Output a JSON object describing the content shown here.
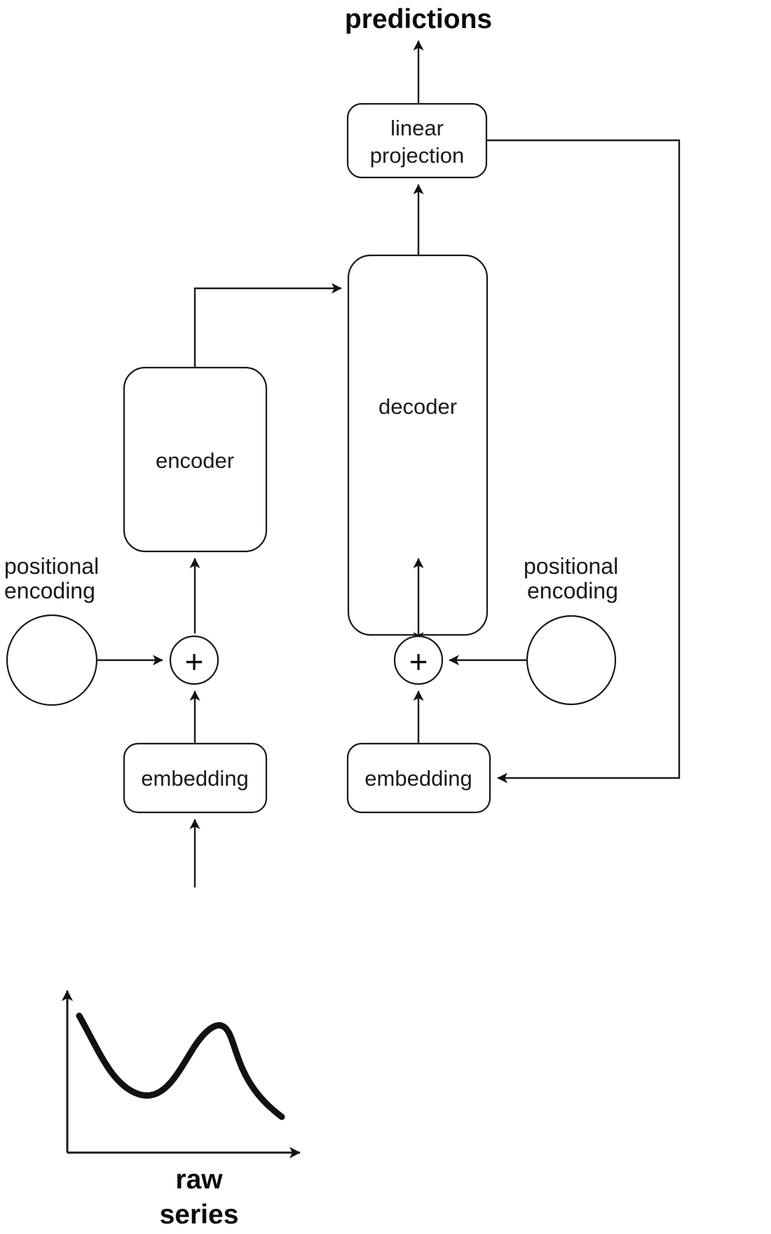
{
  "diagram": {
    "title": "transformer encoder-decoder time-series architecture",
    "line_color": "#1a1a1a",
    "background": "#ffffff",
    "nodes": {
      "predictions": {
        "label": "predictions",
        "style": "bold-text"
      },
      "linear_projection": {
        "label_line1": "linear",
        "label_line2": "projection",
        "style": "rounded-box"
      },
      "decoder": {
        "label": "decoder",
        "style": "rounded-box"
      },
      "encoder": {
        "label": "encoder",
        "style": "rounded-box"
      },
      "left_positional_encoding": {
        "label_line1": "positional",
        "label_line2": "encoding",
        "style": "circle"
      },
      "right_positional_encoding": {
        "label_line1": "positional",
        "label_line2": "encoding",
        "style": "circle"
      },
      "left_sum": {
        "label": "+",
        "style": "circle-operator"
      },
      "right_sum": {
        "label": "+",
        "style": "circle-operator"
      },
      "left_embedding": {
        "label": "embedding",
        "style": "rounded-box"
      },
      "right_embedding": {
        "label": "embedding",
        "style": "rounded-box"
      },
      "raw_series": {
        "label_line1": "raw",
        "label_line2": "series",
        "style": "bold-text"
      }
    },
    "edges": [
      {
        "from": "raw_series",
        "to": "left_embedding",
        "arrow": true
      },
      {
        "from": "left_embedding",
        "to": "left_sum",
        "arrow": true
      },
      {
        "from": "left_positional_encoding",
        "to": "left_sum",
        "arrow": true
      },
      {
        "from": "left_sum",
        "to": "encoder",
        "arrow": true
      },
      {
        "from": "encoder",
        "to": "decoder",
        "arrow": true
      },
      {
        "from": "right_embedding",
        "to": "right_sum",
        "arrow": true
      },
      {
        "from": "right_positional_encoding",
        "to": "right_sum",
        "arrow": true
      },
      {
        "from": "right_sum",
        "to": "decoder",
        "arrow": true
      },
      {
        "from": "decoder",
        "to": "linear_projection",
        "arrow": true
      },
      {
        "from": "linear_projection",
        "to": "predictions",
        "arrow": true
      },
      {
        "from": "linear_projection",
        "to": "right_embedding",
        "arrow": true
      }
    ]
  },
  "chart_data": {
    "type": "line",
    "title": "raw series",
    "xlabel": "",
    "ylabel": "",
    "grid": false,
    "legend": "none",
    "axes": {
      "x_arrow": true,
      "y_arrow": true
    },
    "x": [
      0,
      1,
      2,
      3,
      4,
      5,
      6,
      7,
      8,
      9,
      10
    ],
    "values": [
      0.83,
      0.58,
      0.4,
      0.35,
      0.46,
      0.62,
      0.68,
      0.56,
      0.4,
      0.28,
      0.2
    ],
    "ylim": [
      0,
      1
    ],
    "xlim": [
      0,
      10
    ]
  }
}
